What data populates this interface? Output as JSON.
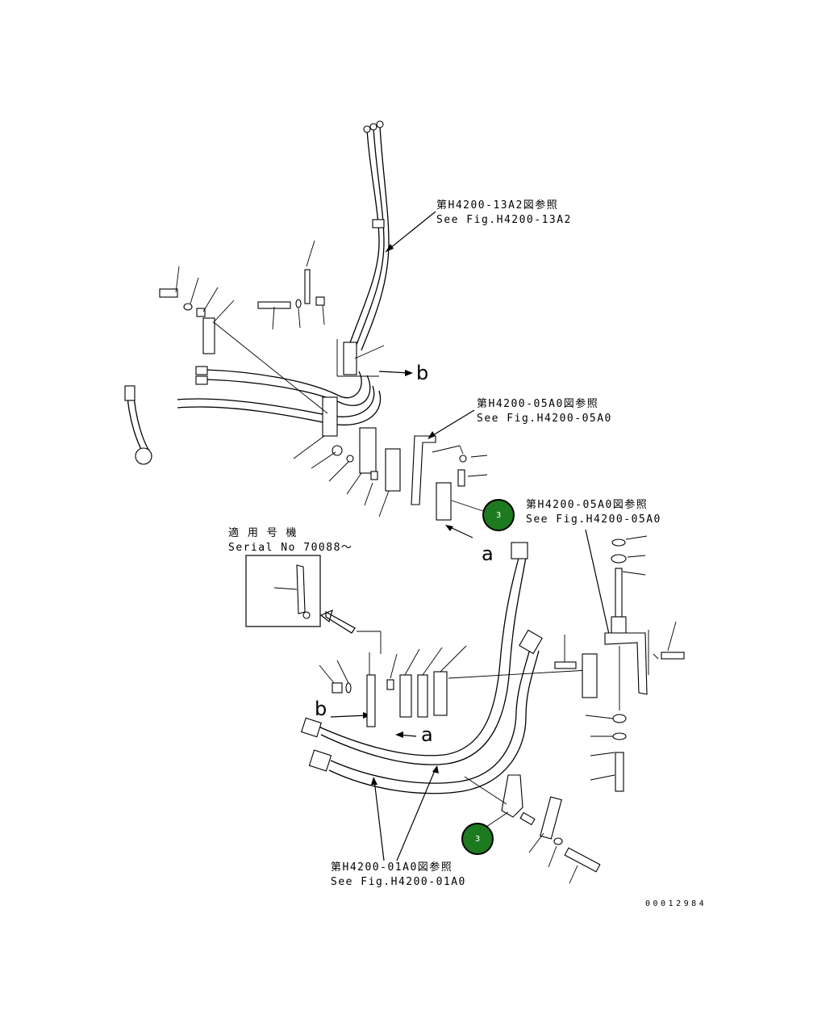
{
  "references": [
    {
      "jp": "第H4200-13A2図参照",
      "en": "See Fig.H4200-13A2"
    },
    {
      "jp": "第H4200-05A0図参照",
      "en": "See Fig.H4200-05A0"
    },
    {
      "jp": "第H4200-05A0図参照",
      "en": "See Fig.H4200-05A0"
    },
    {
      "jp": "第H4200-01A0図参照",
      "en": "See Fig.H4200-01A0"
    }
  ],
  "serial_note": {
    "line1": "適 用 号 機",
    "line2": "Serial No 70088～"
  },
  "letters": {
    "a1": "a",
    "a2": "a",
    "b1": "b",
    "b2": "b"
  },
  "callouts": [
    {
      "label": "3"
    },
    {
      "label": "3"
    }
  ],
  "drawing_number": "00012984",
  "colors": {
    "callout_fill": "#1e7a1e",
    "lines": "#000000"
  }
}
